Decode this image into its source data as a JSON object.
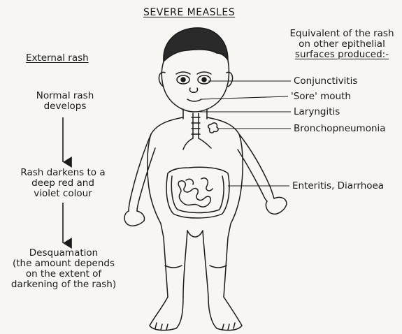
{
  "title": "SEVERE MEASLES",
  "left": {
    "heading": "External rash",
    "steps": [
      [
        "Normal rash",
        "develops"
      ],
      [
        "Rash darkens to a",
        "deep red and",
        "violet colour"
      ],
      [
        "Desquamation",
        "(the amount depends",
        "on the extent of",
        "darkening of the rash)"
      ]
    ]
  },
  "right": {
    "heading": [
      "Equivalent of the rash",
      "on other epithelial",
      "surfaces produced:-"
    ],
    "labels": [
      "Conjunctivitis",
      "'Sore' mouth",
      "Laryngitis",
      "Bronchopneumonia",
      "Enteritis, Diarrhoea"
    ]
  }
}
